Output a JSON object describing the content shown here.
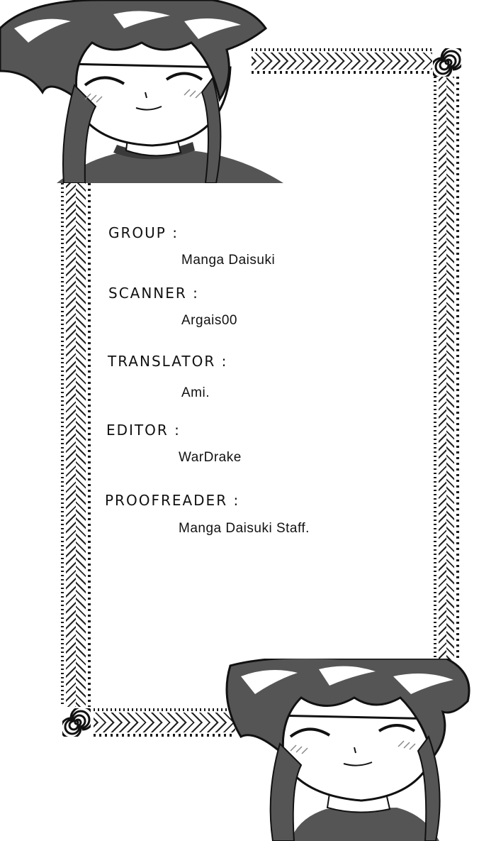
{
  "credits": [
    {
      "role": "GROUP :",
      "name": "Manga Daisuki"
    },
    {
      "role": "SCANNER :",
      "name": "Argais00"
    },
    {
      "role": "TRANSLATOR :",
      "name": "Ami."
    },
    {
      "role": "EDITOR :",
      "name": "WarDrake"
    },
    {
      "role": "PROOFREADER :",
      "name": "Manga Daisuki Staff."
    }
  ],
  "decorations": {
    "top_character": "smiling-girl-illustration",
    "bottom_character": "smiling-girl-illustration",
    "corner_ornament": "spiral-icon"
  }
}
